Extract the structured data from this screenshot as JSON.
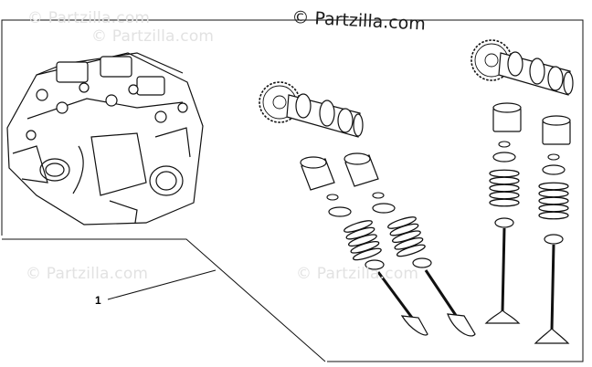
{
  "watermark": {
    "main": "© Partzilla.com",
    "faint": "© Partzilla.com"
  },
  "callouts": [
    {
      "label": "1"
    }
  ],
  "colors": {
    "line": "#111111",
    "watermark_faint": "#e2e2e2",
    "background": "#ffffff"
  }
}
